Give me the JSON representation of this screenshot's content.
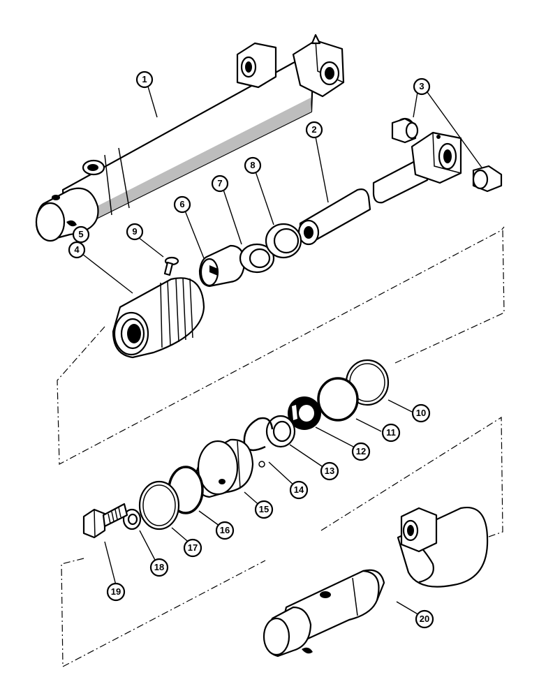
{
  "callouts": [
    {
      "label": "1"
    },
    {
      "label": "2"
    },
    {
      "label": "3"
    },
    {
      "label": "4"
    },
    {
      "label": "5"
    },
    {
      "label": "6"
    },
    {
      "label": "7"
    },
    {
      "label": "8"
    },
    {
      "label": "9"
    },
    {
      "label": "10"
    },
    {
      "label": "11"
    },
    {
      "label": "12"
    },
    {
      "label": "13"
    },
    {
      "label": "14"
    },
    {
      "label": "15"
    },
    {
      "label": "16"
    },
    {
      "label": "17"
    },
    {
      "label": "18"
    },
    {
      "label": "19"
    },
    {
      "label": "20"
    }
  ],
  "colors": {
    "line": "#000000",
    "background": "#ffffff",
    "shading": "#bdbdbd"
  }
}
